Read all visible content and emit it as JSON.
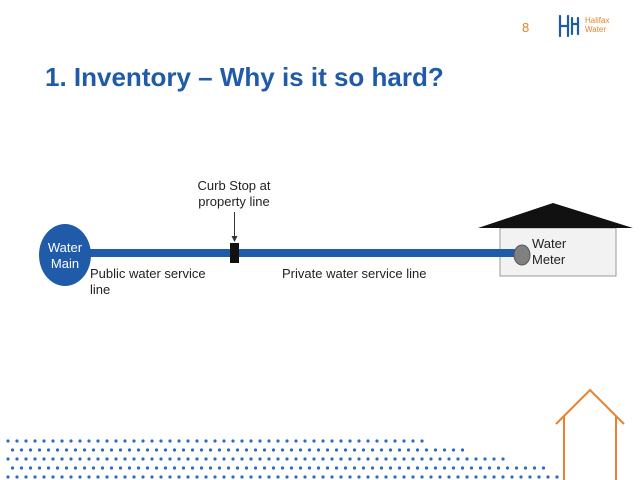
{
  "page_number": "8",
  "logo": {
    "text_line1": "Halifax",
    "text_line2": "Water"
  },
  "title": "1. Inventory – Why is it so hard?",
  "diagram": {
    "water_main_label": "Water Main",
    "curb_stop_label": "Curb Stop at property line",
    "public_line_label": "Public water service line",
    "private_line_label": "Private water service line",
    "water_meter_label": "Water Meter"
  },
  "colors": {
    "title": "#1f5ba8",
    "pipe": "#1f5ba8",
    "accent": "#e8822e",
    "dots": "#2d6cc0"
  }
}
